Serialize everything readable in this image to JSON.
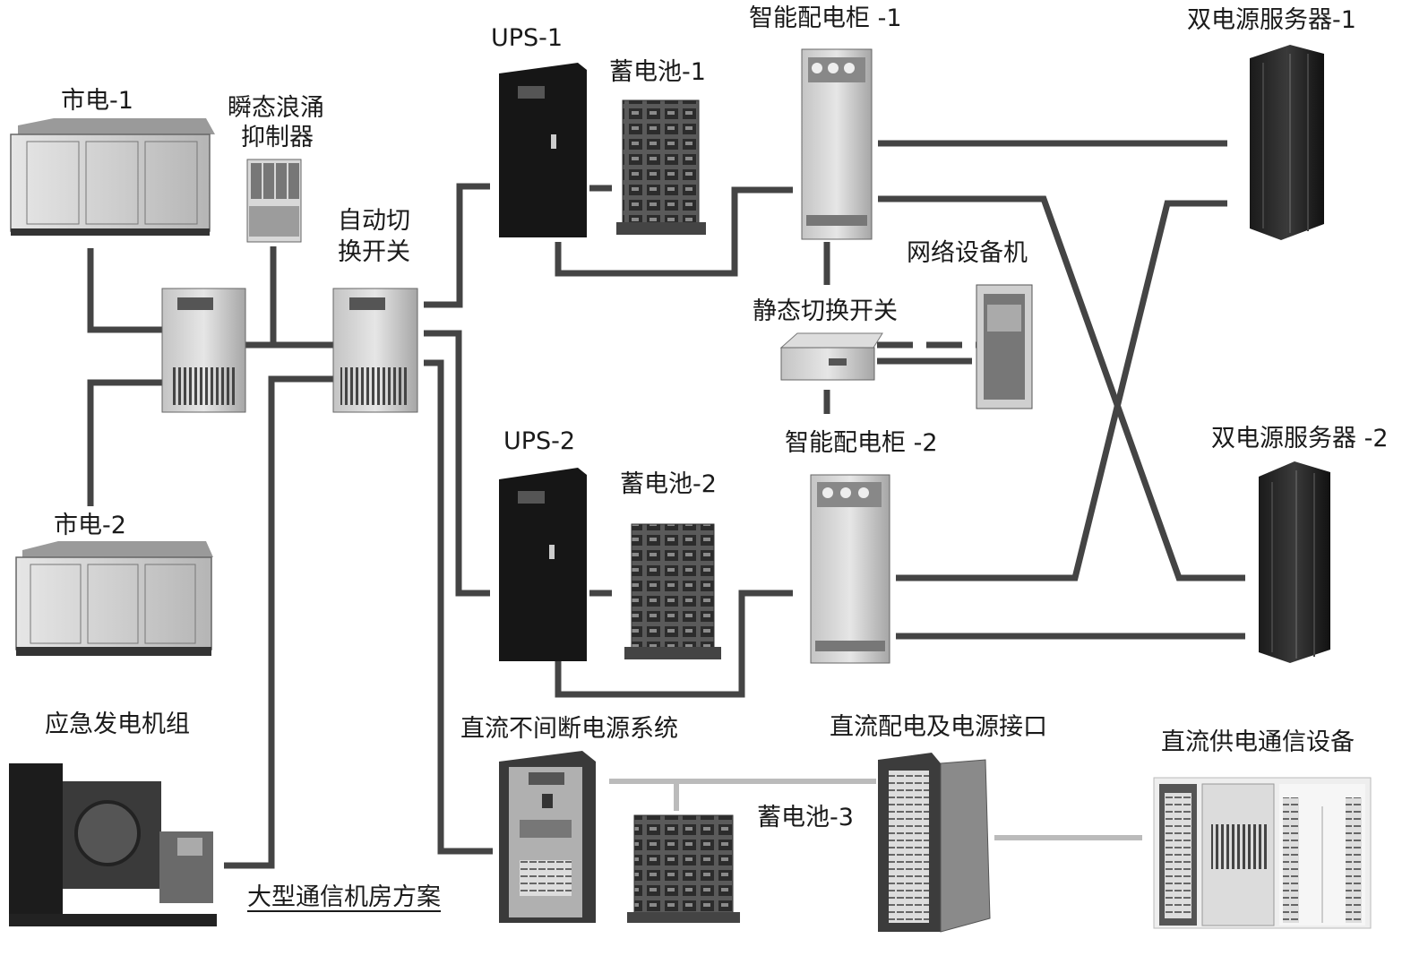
{
  "labels": {
    "grid1": "市电-1",
    "grid2": "市电-2",
    "surge_line1": "瞬态浪涌",
    "surge_line2": "抑制器",
    "ats_line1": "自动切",
    "ats_line2": "换开关",
    "generator": "应急发电机组",
    "ups1": "UPS-1",
    "ups2": "UPS-2",
    "battery1": "蓄电池-1",
    "battery2": "蓄电池-2",
    "battery3": "蓄电池-3",
    "pdc1": "智能配电柜 -1",
    "pdc2": "智能配电柜 -2",
    "network": "网络设备机",
    "sts": "静态切换开关",
    "server1": "双电源服务器-1",
    "server2": "双电源服务器 -2",
    "dc_ups": "直流不间断电源系统",
    "dc_dist": "直流配电及电源接口",
    "dc_comm": "直流供电通信设备",
    "title": "大型通信机房方案"
  }
}
